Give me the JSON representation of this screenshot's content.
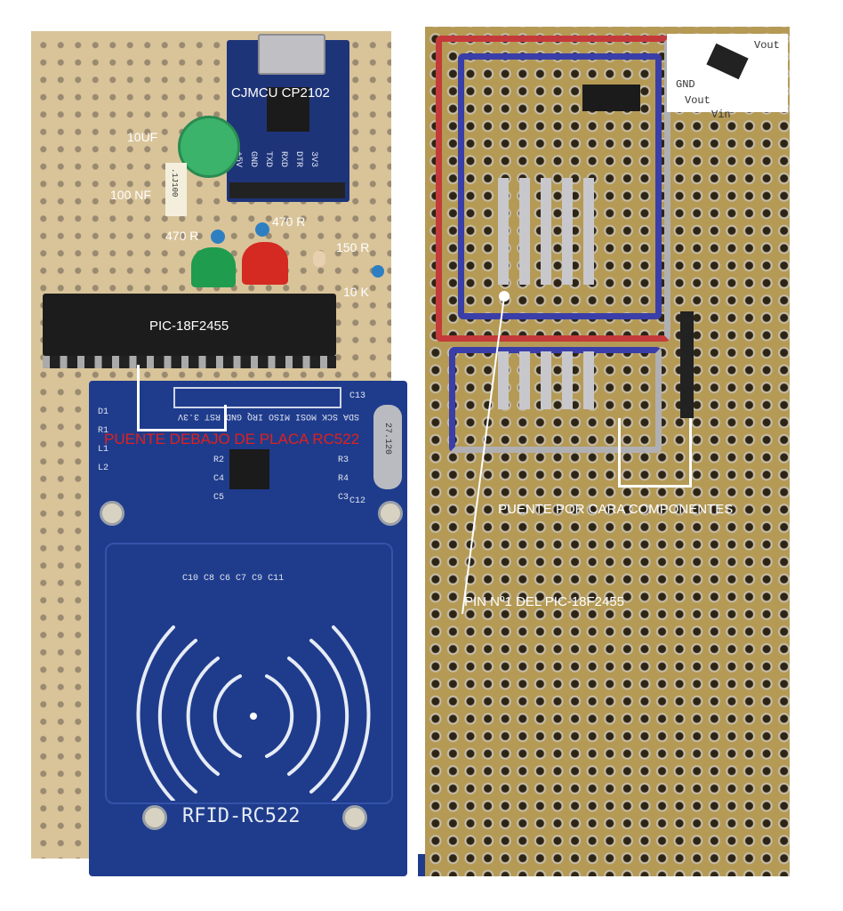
{
  "left_board": {
    "cp2102_label": "CJMCU CP2102",
    "cp2102_pins": [
      "+5V",
      "GND",
      "TXD",
      "RXD",
      "DTR",
      "3V3"
    ],
    "cap_10uf": "10UF",
    "cap_100nf": "100 NF",
    "cap_marking": ".1J100",
    "res_470_a": "470 R",
    "res_470_b": "470 R",
    "res_150": "150 R",
    "res_10k": "10 K",
    "pic_label": "PIC-18F2455",
    "bridge_label": "PUENTE DEBAJO DE PLACA RC522"
  },
  "rfid": {
    "title": "RFID-RC522",
    "pins": "SDA SCK MOSI MISO IRQ GND RST 3.3V",
    "c13": "C13",
    "crystal": "27.120",
    "c12": "C12",
    "left_parts": [
      "D1",
      "R1",
      "L1",
      "L2"
    ],
    "mid_parts": [
      "R2",
      "C4",
      "C5"
    ],
    "right_parts": [
      "R3",
      "R4",
      "C3"
    ],
    "caps_row": [
      "C10",
      "C8",
      "C6",
      "C7",
      "C9",
      "C11"
    ]
  },
  "right_board": {
    "bridge_label": "PUENTE POR CARA COMPONENTES",
    "pin1_label": "PIN Nº1 DEL PIC-18F2455",
    "regulator": {
      "vout_tab": "Vout",
      "gnd": "GND",
      "vout": "Vout",
      "vin": "Vin"
    }
  },
  "colors": {
    "bridge_red": "#e0201c",
    "pcb_blue": "#1f3c8c"
  }
}
